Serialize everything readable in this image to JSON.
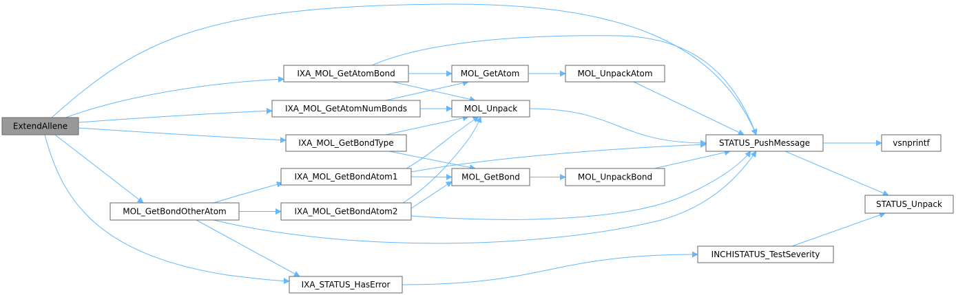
{
  "nodes": [
    {
      "id": "ExtendAllene",
      "label": "ExtendAllene",
      "root": true
    },
    {
      "id": "IXA_MOL_GetAtomBond",
      "label": "IXA_MOL_GetAtomBond"
    },
    {
      "id": "IXA_MOL_GetAtomNumBonds",
      "label": "IXA_MOL_GetAtomNumBonds"
    },
    {
      "id": "IXA_MOL_GetBondType",
      "label": "IXA_MOL_GetBondType"
    },
    {
      "id": "IXA_MOL_GetBondAtom1",
      "label": "IXA_MOL_GetBondAtom1"
    },
    {
      "id": "MOL_GetBondOtherAtom",
      "label": "MOL_GetBondOtherAtom"
    },
    {
      "id": "IXA_MOL_GetBondAtom2",
      "label": "IXA_MOL_GetBondAtom2"
    },
    {
      "id": "IXA_STATUS_HasError",
      "label": "IXA_STATUS_HasError"
    },
    {
      "id": "MOL_GetAtom",
      "label": "MOL_GetAtom"
    },
    {
      "id": "MOL_Unpack",
      "label": "MOL_Unpack"
    },
    {
      "id": "MOL_GetBond",
      "label": "MOL_GetBond"
    },
    {
      "id": "MOL_UnpackAtom",
      "label": "MOL_UnpackAtom"
    },
    {
      "id": "MOL_UnpackBond",
      "label": "MOL_UnpackBond"
    },
    {
      "id": "STATUS_PushMessage",
      "label": "STATUS_PushMessage"
    },
    {
      "id": "INCHISTATUS_TestSeverity",
      "label": "INCHISTATUS_TestSeverity"
    },
    {
      "id": "vsnprintf",
      "label": "vsnprintf"
    },
    {
      "id": "STATUS_Unpack",
      "label": "STATUS_Unpack"
    }
  ],
  "edges": [
    [
      "ExtendAllene",
      "STATUS_PushMessage"
    ],
    [
      "ExtendAllene",
      "IXA_MOL_GetAtomBond"
    ],
    [
      "ExtendAllene",
      "IXA_MOL_GetAtomNumBonds"
    ],
    [
      "ExtendAllene",
      "IXA_MOL_GetBondType"
    ],
    [
      "ExtendAllene",
      "MOL_GetBondOtherAtom"
    ],
    [
      "ExtendAllene",
      "IXA_STATUS_HasError"
    ],
    [
      "IXA_MOL_GetAtomBond",
      "MOL_GetAtom"
    ],
    [
      "IXA_MOL_GetAtomBond",
      "MOL_Unpack"
    ],
    [
      "IXA_MOL_GetAtomBond",
      "STATUS_PushMessage"
    ],
    [
      "IXA_MOL_GetAtomNumBonds",
      "MOL_GetAtom"
    ],
    [
      "IXA_MOL_GetAtomNumBonds",
      "MOL_Unpack"
    ],
    [
      "IXA_MOL_GetBondType",
      "MOL_Unpack"
    ],
    [
      "IXA_MOL_GetBondType",
      "MOL_GetBond"
    ],
    [
      "IXA_MOL_GetBondAtom1",
      "MOL_Unpack"
    ],
    [
      "IXA_MOL_GetBondAtom1",
      "MOL_GetBond"
    ],
    [
      "IXA_MOL_GetBondAtom1",
      "STATUS_PushMessage"
    ],
    [
      "IXA_MOL_GetBondAtom2",
      "MOL_Unpack"
    ],
    [
      "IXA_MOL_GetBondAtom2",
      "MOL_GetBond"
    ],
    [
      "IXA_MOL_GetBondAtom2",
      "STATUS_PushMessage"
    ],
    [
      "MOL_GetBondOtherAtom",
      "IXA_MOL_GetBondAtom1"
    ],
    [
      "MOL_GetBondOtherAtom",
      "IXA_MOL_GetBondAtom2"
    ],
    [
      "MOL_GetBondOtherAtom",
      "STATUS_PushMessage"
    ],
    [
      "MOL_GetBondOtherAtom",
      "IXA_STATUS_HasError"
    ],
    [
      "IXA_STATUS_HasError",
      "INCHISTATUS_TestSeverity"
    ],
    [
      "MOL_GetAtom",
      "MOL_UnpackAtom"
    ],
    [
      "MOL_UnpackAtom",
      "STATUS_PushMessage"
    ],
    [
      "MOL_Unpack",
      "STATUS_PushMessage"
    ],
    [
      "MOL_GetBond",
      "MOL_UnpackBond"
    ],
    [
      "MOL_UnpackBond",
      "STATUS_PushMessage"
    ],
    [
      "STATUS_PushMessage",
      "vsnprintf"
    ],
    [
      "STATUS_PushMessage",
      "STATUS_Unpack"
    ],
    [
      "INCHISTATUS_TestSeverity",
      "STATUS_Unpack"
    ]
  ],
  "colors": {
    "edge": "#63b8ff",
    "node_border": "#666666",
    "node_fill": "#ffffff",
    "root_fill": "#999999",
    "text": "#000000"
  }
}
